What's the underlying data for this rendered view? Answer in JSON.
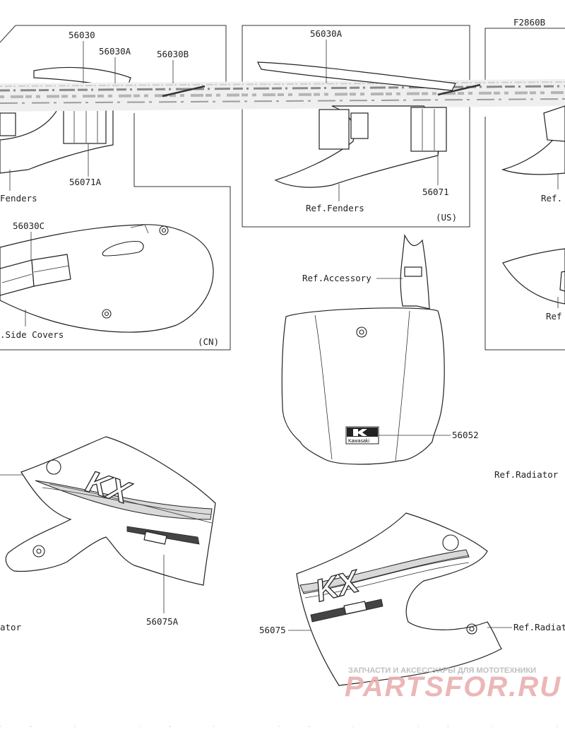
{
  "figure_code": "F2860B",
  "labels": {
    "p56030": "56030",
    "p56030A_left": "56030A",
    "p56030B": "56030B",
    "p56071A": "56071A",
    "fenders_left": "Fenders",
    "p56030A_mid": "56030A",
    "ref_fenders_mid": "Ref.Fenders",
    "p56071": "56071",
    "variant_us": "(US)",
    "ref_right_top": "Ref.",
    "p56030C": "56030C",
    "side_covers": ".Side Covers",
    "variant_cn": "(CN)",
    "ref_accessory": "Ref.Accessory",
    "ref_right_mid": "Ref",
    "p56052": "56052",
    "ref_radiator_top": "Ref.Radiator",
    "ator_left": "ator",
    "p56075A": "56075A",
    "p56075": "56075",
    "ref_radiator_bottom": "Ref.Radiato",
    "logo_text": "Kawasaki",
    "decal_model": "KX"
  },
  "watermark": {
    "tagline": "ЗАПЧАСТИ И АКСЕССУАРЫ ДЛЯ МОТОТЕХНИКИ",
    "brand": "PARTSFOR.RU",
    "color": "#d44a4a"
  }
}
